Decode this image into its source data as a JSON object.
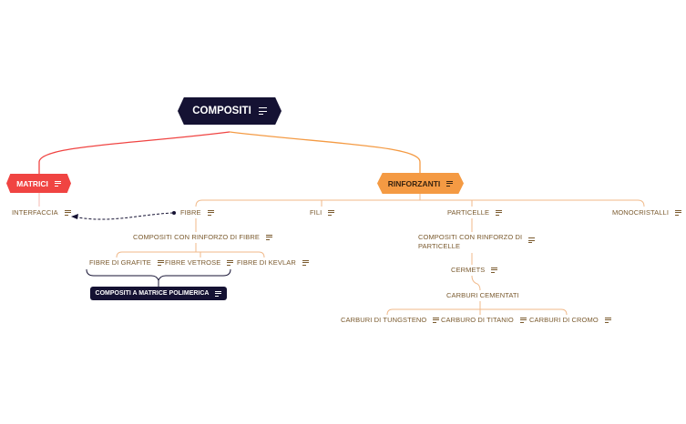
{
  "root": {
    "label": "COMPOSITI",
    "icon": "notes-icon"
  },
  "matrici": {
    "label": "MATRICI",
    "icon": "notes-icon",
    "children": [
      "INTERFACCIA"
    ]
  },
  "rinforzanti": {
    "label": "RINFORZANTI",
    "icon": "notes-icon",
    "children": [
      "FIBRE",
      "FILI",
      "PARTICELLE",
      "MONOCRISTALLI"
    ]
  },
  "fibre": {
    "child": "COMPOSITI CON RINFORZO DI FIBRE",
    "types": [
      "FIBRE DI GRAFITE",
      "FIBRE VETROSE",
      "FIBRE DI KEVLAR"
    ],
    "summary": "COMPOSITI A MATRICE POLIMERICA"
  },
  "particelle": {
    "child_line1": "COMPOSITI CON RINFORZO DI",
    "child_line2": "PARTICELLE",
    "cermets": "CERMETS",
    "carburi": "CARBURI CEMENTATI",
    "carburi_types": [
      "CARBURI DI TUNGSTENO",
      "CARBURO DI TITANIO",
      "CARBURI DI CROMO"
    ]
  },
  "colors": {
    "root": "#151233",
    "matrici": "#f04442",
    "rinforzanti": "#f49a43",
    "leaf_line": "#f0b98a",
    "leaf_text": "#7a5a2e",
    "relationship": "#151233"
  }
}
